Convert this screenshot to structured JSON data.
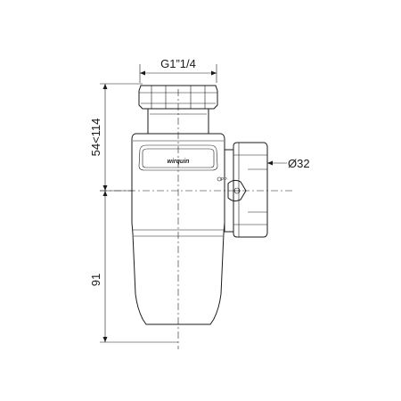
{
  "dimensions": {
    "thread_label": "G1”1/4",
    "diameter_label": "Ø32",
    "height_adjust_label": "54<114",
    "height_lower_label": "91"
  },
  "brand": {
    "logo_text": "wirquin"
  },
  "marking": {
    "small_text": "PP"
  }
}
